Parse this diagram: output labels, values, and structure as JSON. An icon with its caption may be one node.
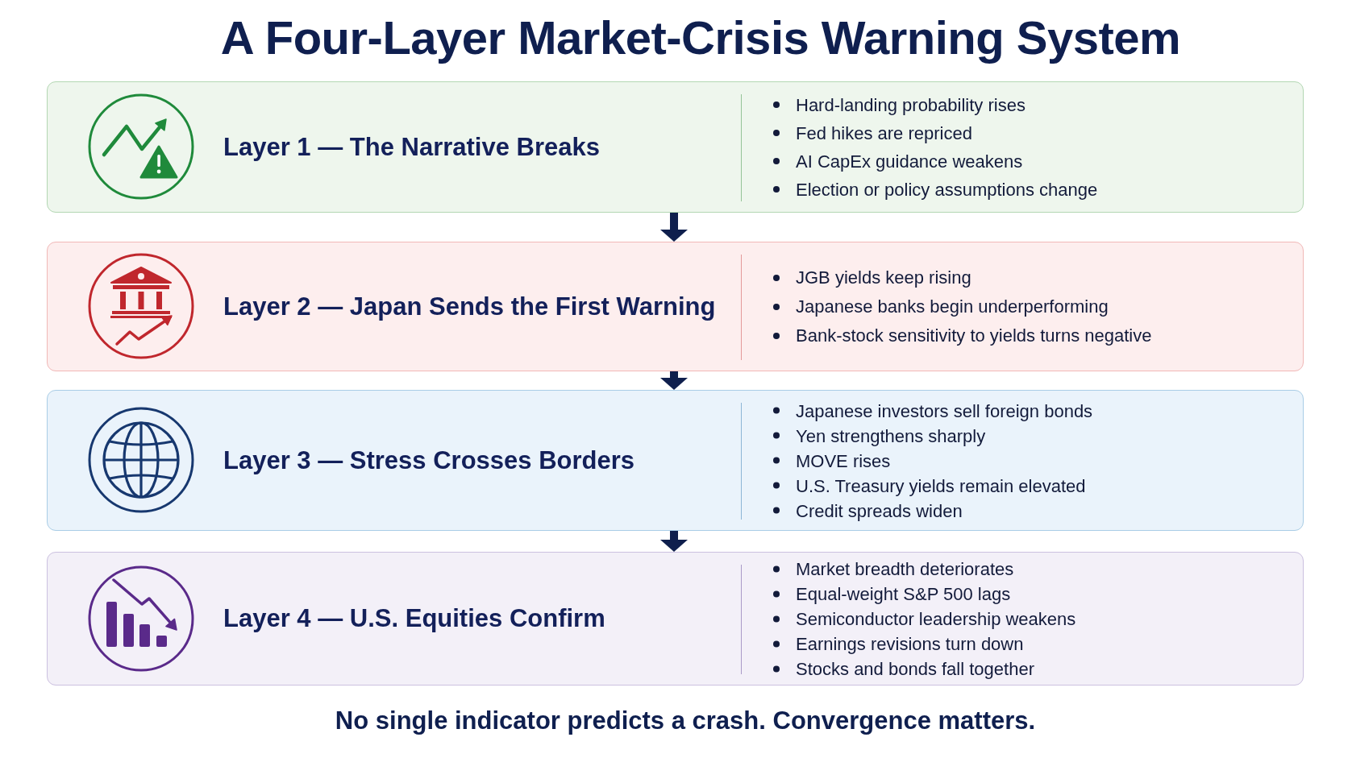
{
  "diagram": {
    "title": "A Four-Layer Market-Crisis Warning System",
    "caption": "No single indicator predicts a crash. Convergence matters.",
    "nodes": [
      {
        "text": [
          "Layer 1 — The Narrative Breaks",
          "Hard-landing probability rises",
          "Fed hikes are repriced",
          "AI CapEx guidance weakens",
          "Election or policy assumptions change"
        ]
      },
      {
        "text": [
          "Layer 2 — Japan Sends the First Warning",
          "JGB yields keep rising",
          "Japanese banks begin underperforming",
          "Bank-stock sensitivity to yields turns negative"
        ]
      },
      {
        "text": [
          "Layer 3 — Stress Crosses Borders",
          "Japanese investors sell foreign bonds",
          "Yen strengthens sharply",
          "MOVE rises",
          "U.S. Treasury yields remain elevated",
          "Credit spreads widen"
        ]
      },
      {
        "text": [
          "Layer 4 — U.S. Equities Confirm",
          "Market breadth deteriorates",
          "Equal-weight S&P 500 lags",
          "Semiconductor leadership weakens",
          "Earnings revisions turn down",
          "Stocks and bonds fall together"
        ]
      }
    ],
    "edges": [
      {
        "from": 0,
        "to": 1,
        "arrow": "to"
      },
      {
        "from": 1,
        "to": 2,
        "arrow": "to"
      },
      {
        "from": 2,
        "to": 3,
        "arrow": "to"
      }
    ]
  }
}
